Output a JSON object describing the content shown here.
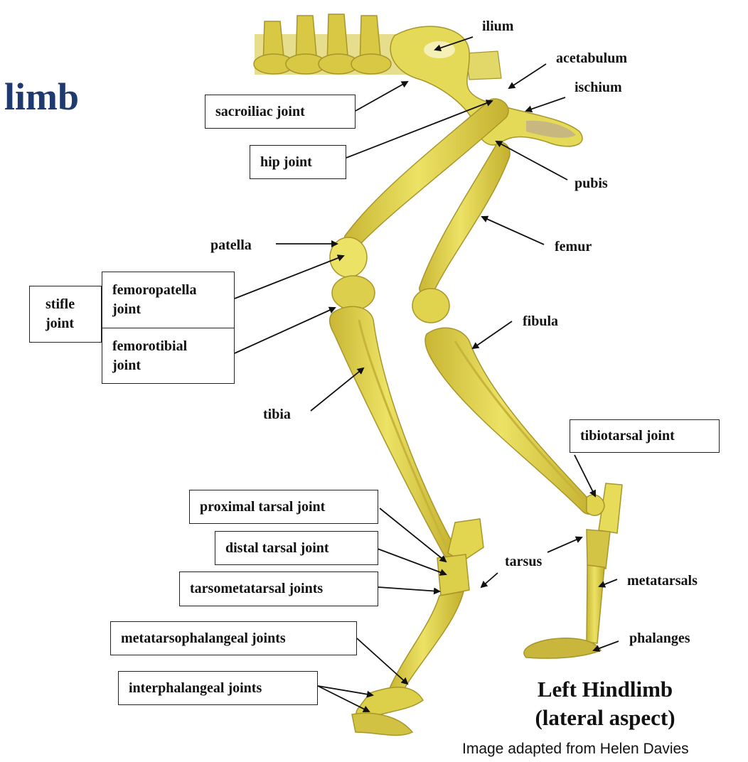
{
  "heading": "limb",
  "caption": {
    "line1": "Left Hindlimb",
    "line2": "(lateral aspect)"
  },
  "credit": "Image adapted from Helen Davies",
  "labels": {
    "ilium": "ilium",
    "acetabulum": "acetabulum",
    "ischium": "ischium",
    "pubis": "pubis",
    "femur": "femur",
    "patella": "patella",
    "fibula": "fibula",
    "tibia": "tibia",
    "tarsus": "tarsus",
    "metatarsals": "metatarsals",
    "phalanges": "phalanges"
  },
  "boxes": {
    "sacroiliac": "sacroiliac joint",
    "hip": "hip joint",
    "stifle_line1": "stifle",
    "stifle_line2": "joint",
    "femoropatella_line1": "femoropatella",
    "femoropatella_line2": "joint",
    "femorotibial_line1": "femorotibial",
    "femorotibial_line2": "joint",
    "tibiotarsal": "tibiotarsal joint",
    "proximal_tarsal": "proximal tarsal joint",
    "distal_tarsal": "distal tarsal joint",
    "tarsometatarsal": "tarsometatarsal joints",
    "metatarsophalangeal": "metatarsophalangeal joints",
    "interphalangeal": "interphalangeal joints"
  },
  "colors": {
    "bone": "#e4d84a",
    "bone_shade": "#b9a82c",
    "bone_light": "#f3ec9a",
    "heading": "#1f3a6e"
  }
}
